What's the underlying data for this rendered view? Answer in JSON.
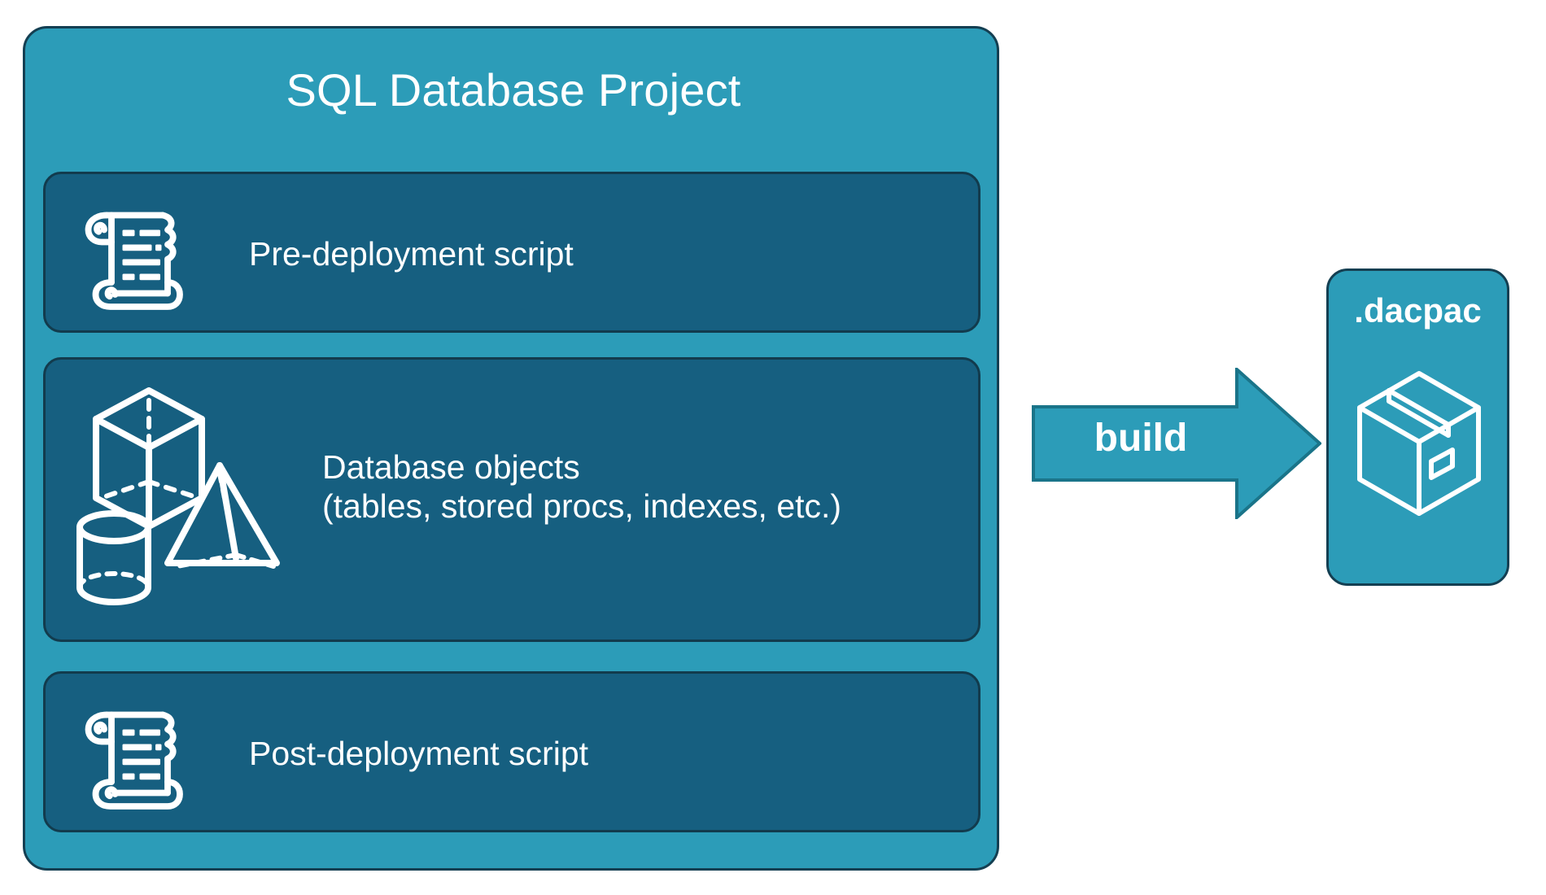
{
  "diagram": {
    "title_text": "SQL Database Project",
    "background_color": "#FFFFFF",
    "accent_color": "#2C9CB8",
    "panel_color": "#165F80",
    "border_color": "#143F52",
    "text_color": "#FFFFFF"
  },
  "project": {
    "title": "SQL Database Project",
    "items": [
      {
        "id": "pre-deployment",
        "icon": "scroll-icon",
        "label": "Pre-deployment script"
      },
      {
        "id": "database-objects",
        "icon": "3d-shapes-icon",
        "label_line1": "Database objects",
        "label_line2": "(tables, stored procs, indexes, etc.)"
      },
      {
        "id": "post-deployment",
        "icon": "scroll-icon",
        "label": "Post-deployment script"
      }
    ]
  },
  "flow": {
    "arrow": {
      "label": "build",
      "direction": "right",
      "icon": "arrow-right-icon",
      "fill_color": "#2C9CB8",
      "stroke_color": "#1A6E86"
    }
  },
  "output": {
    "title": ".dacpac",
    "icon": "package-box-icon"
  }
}
